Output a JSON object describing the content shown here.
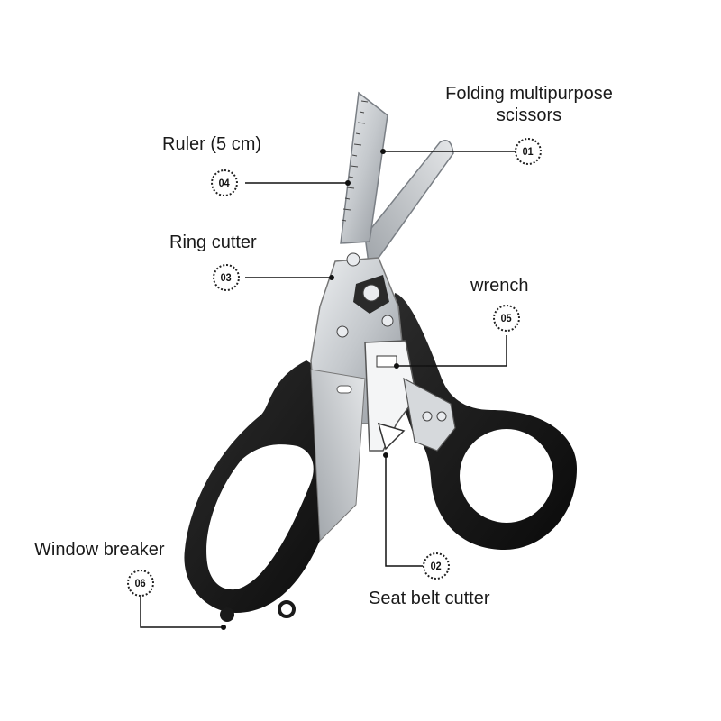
{
  "features": [
    {
      "num": "01",
      "label_line1": "Folding multipurpose",
      "label_line2": "scissors"
    },
    {
      "num": "02",
      "label": "Seat belt cutter"
    },
    {
      "num": "03",
      "label": "Ring cutter"
    },
    {
      "num": "04",
      "label": "Ruler (5 cm)"
    },
    {
      "num": "05",
      "label": "wrench"
    },
    {
      "num": "06",
      "label": "Window breaker"
    }
  ],
  "colors": {
    "handle": "#141414",
    "steel": "#c9ccd0",
    "steel_dark": "#8e9297",
    "leader": "#111111"
  }
}
